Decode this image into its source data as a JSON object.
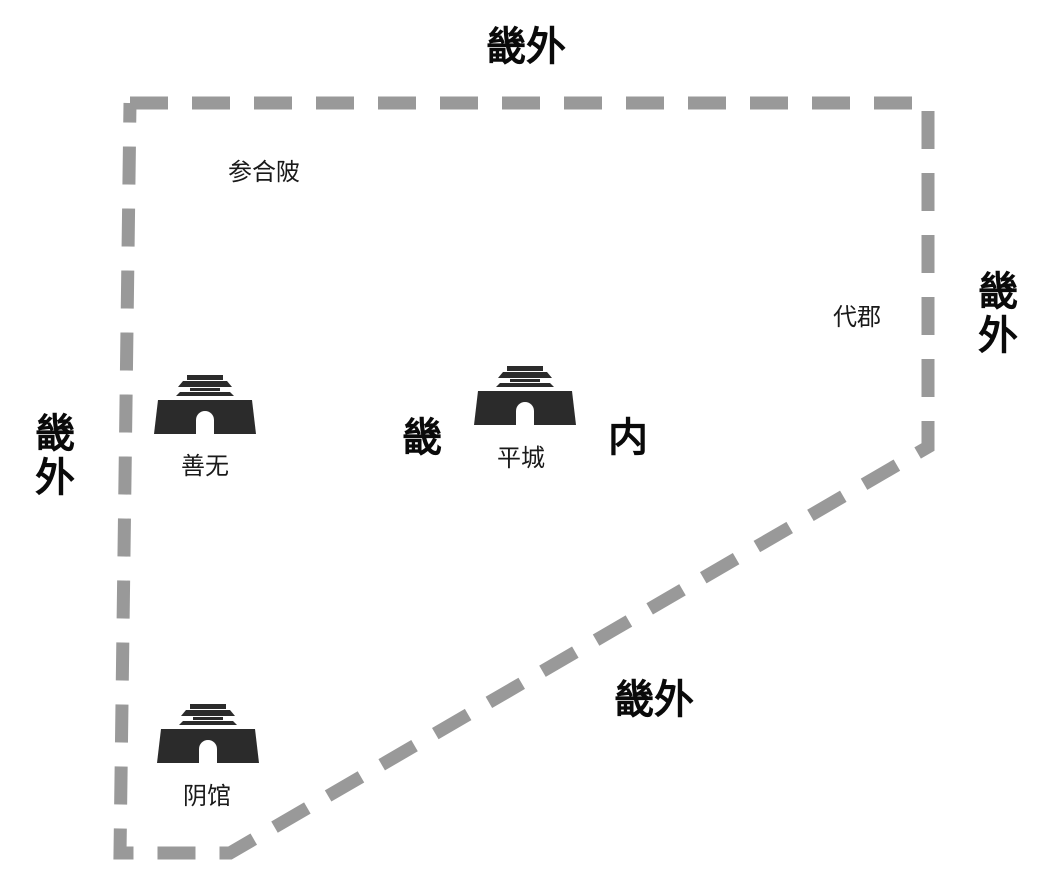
{
  "map": {
    "region_labels": {
      "top": "畿外",
      "left": "畿外",
      "right": "畿外",
      "bottom": "畿外",
      "inner_left": "畿",
      "inner_right": "内"
    },
    "places": {
      "canhebei": "参合陂",
      "daijun": "代郡",
      "shanwu": "善无",
      "pingcheng": "平城",
      "yinguan": "阴馆"
    },
    "icons": {
      "city": "city-gate-icon"
    },
    "colors": {
      "boundary": "#999999",
      "icon": "#2b2b2b",
      "text": "#111111"
    }
  }
}
